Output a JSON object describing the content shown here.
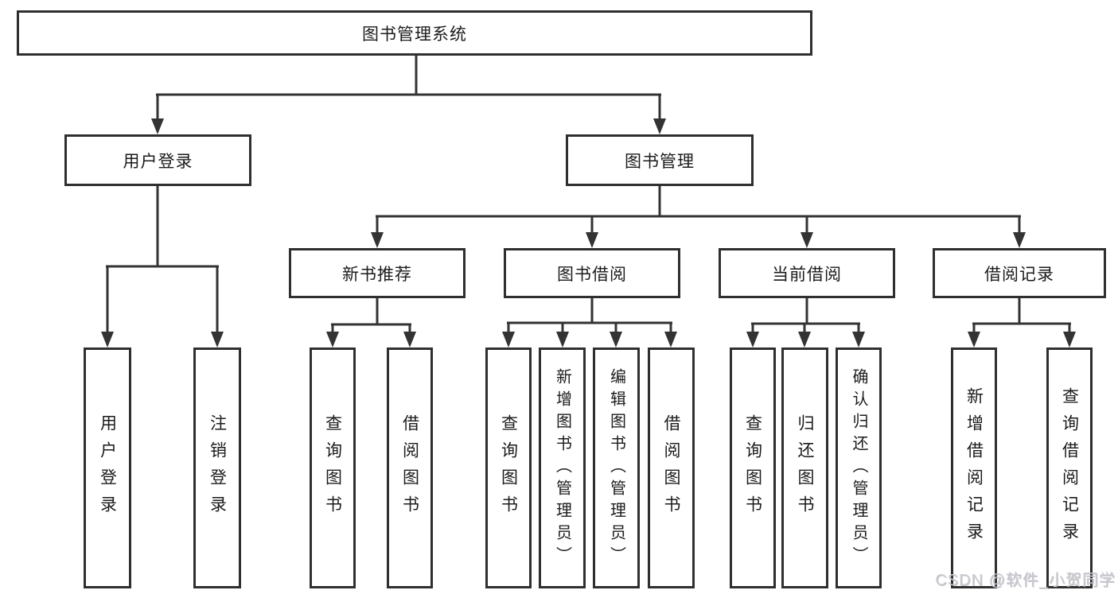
{
  "colors": {
    "line": "#333333",
    "border": "#2f2f2f",
    "text": "#1b1b1b",
    "background": "#ffffff",
    "watermark": "#c9cad1"
  },
  "watermark": {
    "text": "CSDN @软件_小贺同学"
  },
  "tree": {
    "root": {
      "label": "图书管理系统"
    },
    "branches": [
      {
        "label": "用户登录",
        "children": [
          {
            "label": "用户登录"
          },
          {
            "label": "注销登录"
          }
        ]
      },
      {
        "label": "图书管理",
        "sections": [
          {
            "label": "新书推荐",
            "children": [
              {
                "label": "查询图书"
              },
              {
                "label": "借阅图书"
              }
            ]
          },
          {
            "label": "图书借阅",
            "children": [
              {
                "label": "查询图书"
              },
              {
                "label": "新增图书（管理员）"
              },
              {
                "label": "编辑图书（管理员）"
              },
              {
                "label": "借阅图书"
              }
            ]
          },
          {
            "label": "当前借阅",
            "children": [
              {
                "label": "查询图书"
              },
              {
                "label": "归还图书"
              },
              {
                "label": "确认归还（管理员）"
              }
            ]
          },
          {
            "label": "借阅记录",
            "children": [
              {
                "label": "新增借阅记录"
              },
              {
                "label": "查询借阅记录"
              }
            ]
          }
        ]
      }
    ]
  }
}
